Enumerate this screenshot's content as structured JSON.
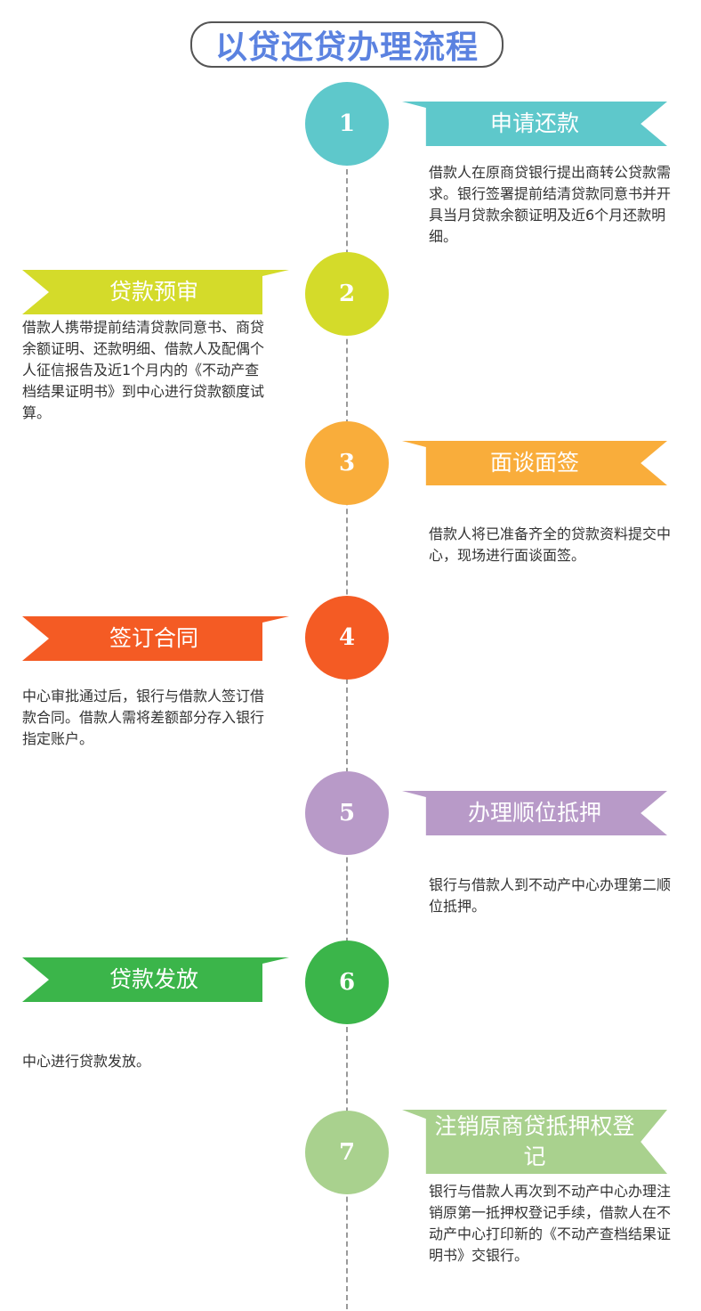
{
  "title": "以贷还贷办理流程",
  "colors": {
    "title": "#5b82e0",
    "line": "#9a9a9a",
    "step1": "#5ec8cb",
    "step2": "#d4db2a",
    "step3": "#f9ad3b",
    "step4": "#f45b24",
    "step5": "#b89ac8",
    "step6": "#3bb54a",
    "step7": "#a9d18e"
  },
  "steps": [
    {
      "number": "1",
      "title": "申请还款",
      "description": "借款人在原商贷银行提出商转公贷款需求。银行签署提前结清贷款同意书并开具当月贷款余额证明及近6个月还款明细。"
    },
    {
      "number": "2",
      "title": "贷款预审",
      "description": "借款人携带提前结清贷款同意书、商贷余额证明、还款明细、借款人及配偶个人征信报告及近1个月内的《不动产查档结果证明书》到中心进行贷款额度试算。"
    },
    {
      "number": "3",
      "title": "面谈面签",
      "description": "借款人将已准备齐全的贷款资料提交中心，现场进行面谈面签。"
    },
    {
      "number": "4",
      "title": "签订合同",
      "description": "中心审批通过后，银行与借款人签订借款合同。借款人需将差额部分存入银行指定账户。"
    },
    {
      "number": "5",
      "title": "办理顺位抵押",
      "description": "银行与借款人到不动产中心办理第二顺位抵押。"
    },
    {
      "number": "6",
      "title": "贷款发放",
      "description": "中心进行贷款发放。"
    },
    {
      "number": "7",
      "title": "注销原商贷抵押权登记",
      "description": "银行与借款人再次到不动产中心办理注销原第一抵押权登记手续，借款人在不动产中心打印新的《不动产查档结果证明书》交银行。"
    }
  ]
}
